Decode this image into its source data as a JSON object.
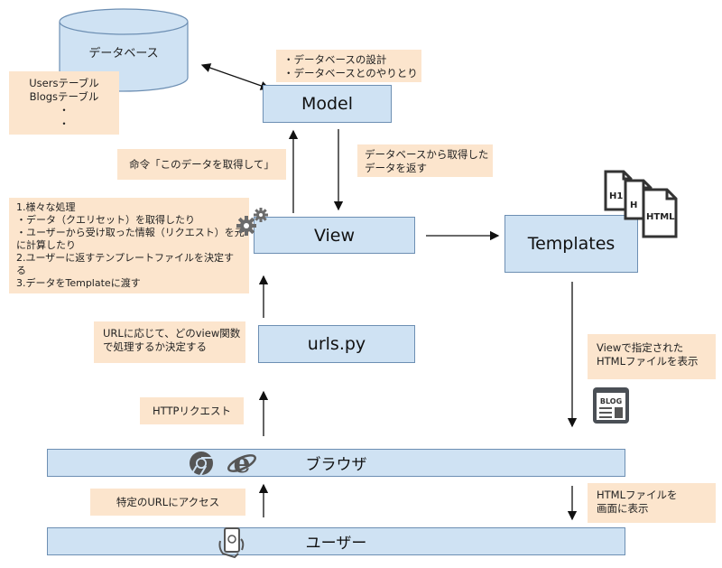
{
  "database": {
    "label": "データベース"
  },
  "boxes": {
    "model": "Model",
    "view": "View",
    "templates": "Templates",
    "urls": "urls.py",
    "browser": "ブラウザ",
    "user": "ユーザー"
  },
  "notes": {
    "tables": [
      "Usersテーブル",
      "Blogsテーブル",
      "・",
      "・"
    ],
    "model_desc": [
      "・データベースの設計",
      "・データベースとのやりとり"
    ],
    "command": "命令「このデータを取得して」",
    "return_data": [
      "データベースから取得した",
      "データを返す"
    ],
    "view_desc": [
      "1.様々な処理",
      "・データ（クエリセット）を取得したり",
      "・ユーザーから受け取った情報（リクエスト）を元",
      "に計算したり",
      "2.ユーザーに返すテンプレートファイルを決定す",
      "る",
      "3.データをTemplateに渡す"
    ],
    "urls_desc": [
      "URLに応じて、どのview関数",
      "で処理するか決定する"
    ],
    "http": "HTTPリクエスト",
    "access": "特定のURLにアクセス",
    "display_html": [
      "Viewで指定された",
      "HTMLファイルを表示"
    ],
    "screen_html": [
      "HTMLファイルを",
      "画面に表示"
    ]
  },
  "icons": {
    "gear": "gear-icon",
    "html_files": [
      "H1",
      "H",
      "HTML"
    ],
    "blog": "BLOG",
    "chrome": "chrome-icon",
    "ie": "internet-explorer-icon",
    "phone": "smartphone-hand-icon"
  }
}
